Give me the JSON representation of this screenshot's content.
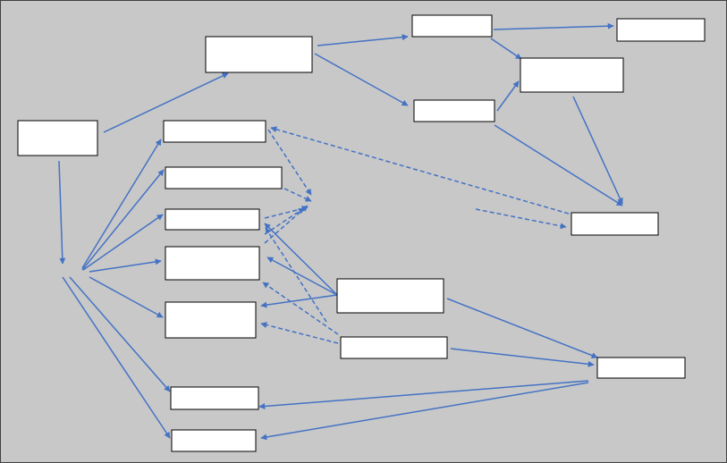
{
  "colors": {
    "background": "#c8c8c8",
    "frame": "#404040",
    "node_fill": "#ffffff",
    "node_border": "#000000",
    "edge": "#4472c4"
  },
  "nodes": [
    {
      "id": "n0",
      "label": ""
    },
    {
      "id": "n1",
      "label": ""
    },
    {
      "id": "n2",
      "label": ""
    },
    {
      "id": "n3",
      "label": ""
    },
    {
      "id": "n4",
      "label": ""
    },
    {
      "id": "n5",
      "label": ""
    },
    {
      "id": "n6",
      "label": ""
    },
    {
      "id": "n7",
      "label": ""
    },
    {
      "id": "n8",
      "label": ""
    },
    {
      "id": "n9",
      "label": ""
    },
    {
      "id": "n10",
      "label": ""
    },
    {
      "id": "n11",
      "label": ""
    },
    {
      "id": "n12",
      "label": ""
    },
    {
      "id": "n13",
      "label": ""
    },
    {
      "id": "n14",
      "label": ""
    },
    {
      "id": "n15",
      "label": ""
    },
    {
      "id": "n16",
      "label": ""
    },
    {
      "id": "n17",
      "label": ""
    }
  ],
  "edges": [
    {
      "id": "e1",
      "style": "solid"
    },
    {
      "id": "e2",
      "style": "solid"
    },
    {
      "id": "e3",
      "style": "solid"
    },
    {
      "id": "e4",
      "style": "solid"
    },
    {
      "id": "e5",
      "style": "solid"
    },
    {
      "id": "e6",
      "style": "solid"
    },
    {
      "id": "e7",
      "style": "solid"
    },
    {
      "id": "e8",
      "style": "solid"
    },
    {
      "id": "e9",
      "style": "solid"
    },
    {
      "id": "e10",
      "style": "solid"
    },
    {
      "id": "e11",
      "style": "solid"
    },
    {
      "id": "e12",
      "style": "solid"
    },
    {
      "id": "e13",
      "style": "solid"
    },
    {
      "id": "e14",
      "style": "solid"
    },
    {
      "id": "e15",
      "style": "solid"
    },
    {
      "id": "e16",
      "style": "solid"
    },
    {
      "id": "e17",
      "style": "solid"
    },
    {
      "id": "e18",
      "style": "solid"
    },
    {
      "id": "e19",
      "style": "solid"
    },
    {
      "id": "e20",
      "style": "solid"
    },
    {
      "id": "e21",
      "style": "solid"
    },
    {
      "id": "e22",
      "style": "solid"
    },
    {
      "id": "e23",
      "style": "solid"
    },
    {
      "id": "e24",
      "style": "solid"
    },
    {
      "id": "e25",
      "style": "solid"
    },
    {
      "id": "d1",
      "style": "dashed"
    },
    {
      "id": "d2",
      "style": "dashed"
    },
    {
      "id": "d3",
      "style": "dashed"
    },
    {
      "id": "d4",
      "style": "dashed"
    },
    {
      "id": "d5",
      "style": "dashed"
    },
    {
      "id": "d6",
      "style": "dashed"
    },
    {
      "id": "d7",
      "style": "dashed"
    },
    {
      "id": "d8",
      "style": "dashed"
    },
    {
      "id": "d9",
      "style": "dashed"
    },
    {
      "id": "d10",
      "style": "dashed"
    }
  ]
}
